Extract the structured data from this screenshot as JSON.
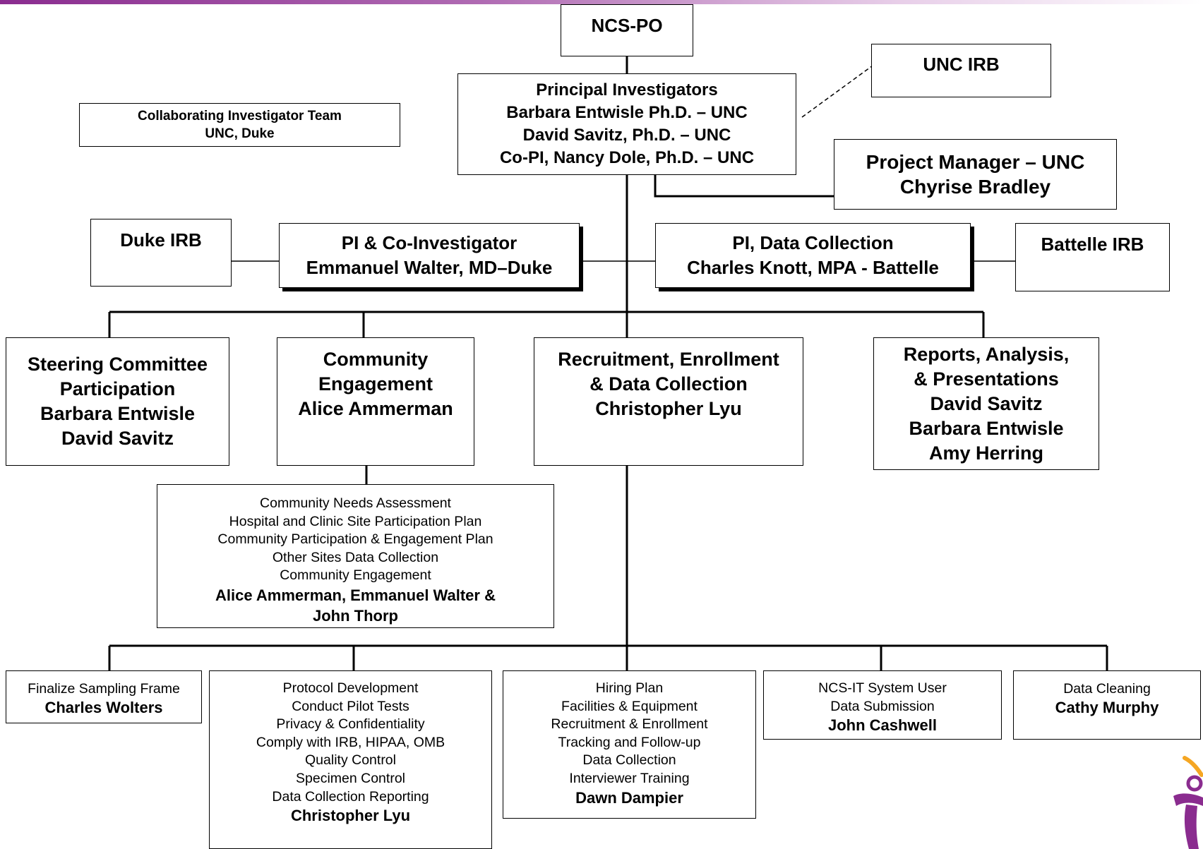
{
  "org": {
    "ncs_po": "NCS-PO",
    "unc_irb": "UNC IRB",
    "pi": {
      "title": "Principal Investigators",
      "line1": "Barbara Entwisle Ph.D. – UNC",
      "line2": "David Savitz, Ph.D. – UNC",
      "line3": "Co-PI, Nancy Dole, Ph.D. – UNC"
    },
    "collab": {
      "line1": "Collaborating Investigator Team",
      "line2": "UNC, Duke"
    },
    "pm": {
      "line1": "Project Manager – UNC",
      "line2": "Chyrise Bradley"
    },
    "duke_irb": "Duke IRB",
    "pi_coinv": {
      "line1": "PI & Co-Investigator",
      "line2": "Emmanuel Walter, MD–Duke"
    },
    "pi_data": {
      "line1": "PI, Data Collection",
      "line2": "Charles Knott, MPA - Battelle"
    },
    "battelle_irb": "Battelle IRB",
    "steering": {
      "line1": "Steering Committee",
      "line2": "Participation",
      "line3": "Barbara Entwisle",
      "line4": "David Savitz"
    },
    "community": {
      "line1": "Community",
      "line2": "Engagement",
      "line3": "Alice Ammerman"
    },
    "recruitment": {
      "line1": "Recruitment, Enrollment",
      "line2": "& Data Collection",
      "line3": "Christopher Lyu"
    },
    "reports": {
      "line1": "Reports, Analysis,",
      "line2": "& Presentations",
      "line3": "David Savitz",
      "line4": "Barbara Entwisle",
      "line5": "Amy Herring"
    },
    "needs": {
      "items": [
        "Community Needs Assessment",
        "Hospital and Clinic Site Participation Plan",
        "Community Participation & Engagement Plan",
        "Other Sites Data Collection",
        "Community Engagement"
      ],
      "lead1": "Alice Ammerman, Emmanuel Walter &",
      "lead2": "John Thorp"
    },
    "sampling": {
      "item": "Finalize Sampling Frame",
      "lead": "Charles Wolters"
    },
    "protocol": {
      "items": [
        "Protocol Development",
        "Conduct Pilot Tests",
        "Privacy & Confidentiality",
        "Comply with IRB, HIPAA, OMB",
        "Quality Control",
        "Specimen Control",
        "Data Collection Reporting"
      ],
      "lead": "Christopher Lyu"
    },
    "hiring": {
      "items": [
        "Hiring Plan",
        "Facilities & Equipment",
        "Recruitment & Enrollment",
        "Tracking and Follow-up",
        "Data Collection",
        "Interviewer Training"
      ],
      "lead": "Dawn Dampier"
    },
    "ncsit": {
      "items": [
        "NCS-IT System User",
        "Data Submission"
      ],
      "lead": "John Cashwell"
    },
    "cleaning": {
      "item": "Data Cleaning",
      "lead": "Cathy Murphy"
    }
  },
  "colors": {
    "accent": "#8a2c8f",
    "logo_orange": "#f5a623"
  }
}
